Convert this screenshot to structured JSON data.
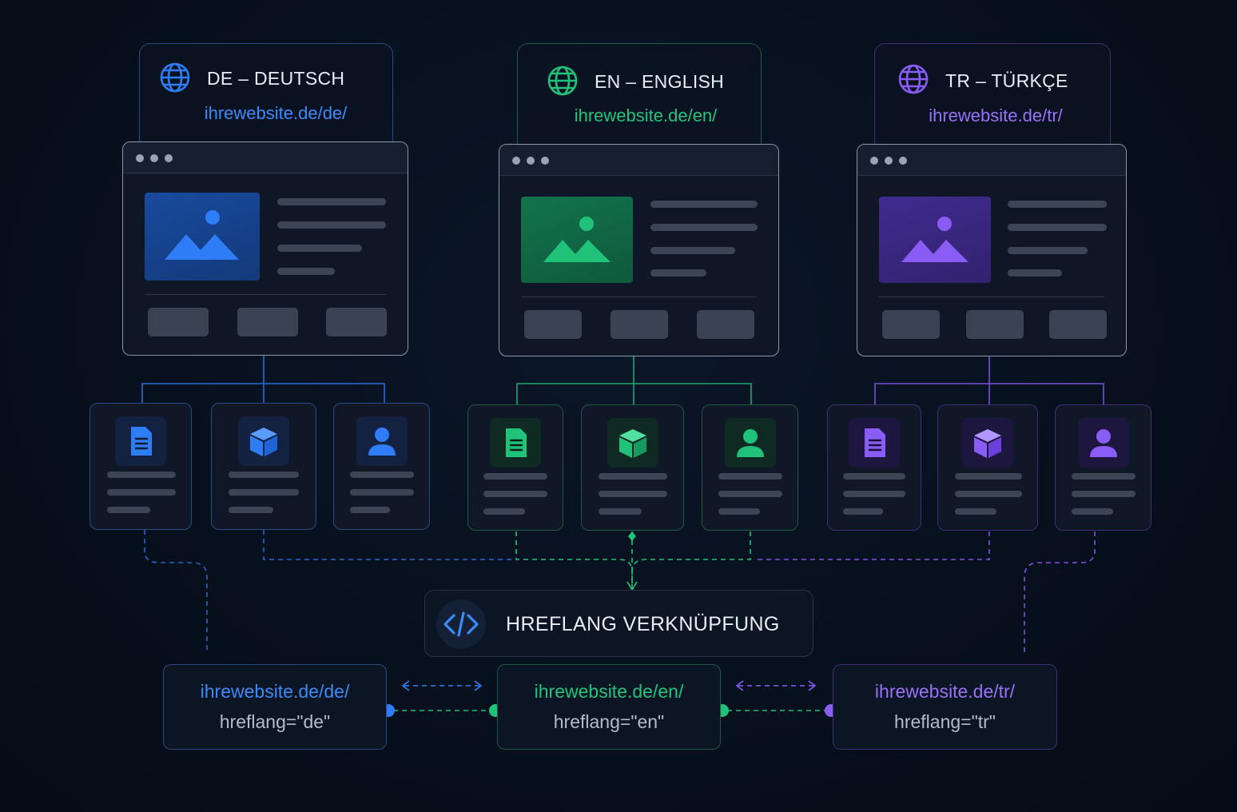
{
  "colors": {
    "de": "#2f7df6",
    "en": "#20c27a",
    "tr": "#8a5cf6"
  },
  "languages": [
    {
      "title": "DE – DEUTSCH",
      "url": "ihrewebsite.de/de/"
    },
    {
      "title": "EN – ENGLISH",
      "url": "ihrewebsite.de/en/"
    },
    {
      "title": "TR – TÜRKÇE",
      "url": "ihrewebsite.de/tr/"
    }
  ],
  "icons": [
    "globe-icon",
    "document-icon",
    "cube-icon",
    "user-icon",
    "code-icon"
  ],
  "hreflang": {
    "title": "HREFLANG VERKNÜPFUNG"
  },
  "links": [
    {
      "url": "ihrewebsite.de/de/",
      "hreflang": "hreflang=\"de\""
    },
    {
      "url": "ihrewebsite.de/en/",
      "hreflang": "hreflang=\"en\""
    },
    {
      "url": "ihrewebsite.de/tr/",
      "hreflang": "hreflang=\"tr\""
    }
  ]
}
